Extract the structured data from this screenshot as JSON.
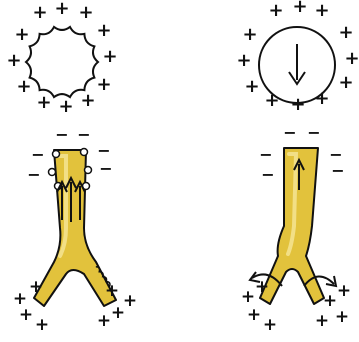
{
  "colors": {
    "ink": "#111111",
    "stem_fill": "#e2c23c",
    "stem_fill_dark": "#d2ad1e",
    "stem_highlight": "#f2df86",
    "background": "#ffffff"
  },
  "symbols": {
    "plus": "+",
    "minus": "−"
  },
  "panels": [
    {
      "id": "cell-left",
      "state": "scalloped membrane, positive charges outside"
    },
    {
      "id": "cell-right",
      "state": "smooth membrane with downward arrow, positive charges outside"
    },
    {
      "id": "stem-left",
      "state": "upward arrows, negative charges near top, positive charges at branches"
    },
    {
      "id": "stem-right",
      "state": "single upward arrow, negative charges near top, curved arrows and positive charges at branches"
    }
  ]
}
